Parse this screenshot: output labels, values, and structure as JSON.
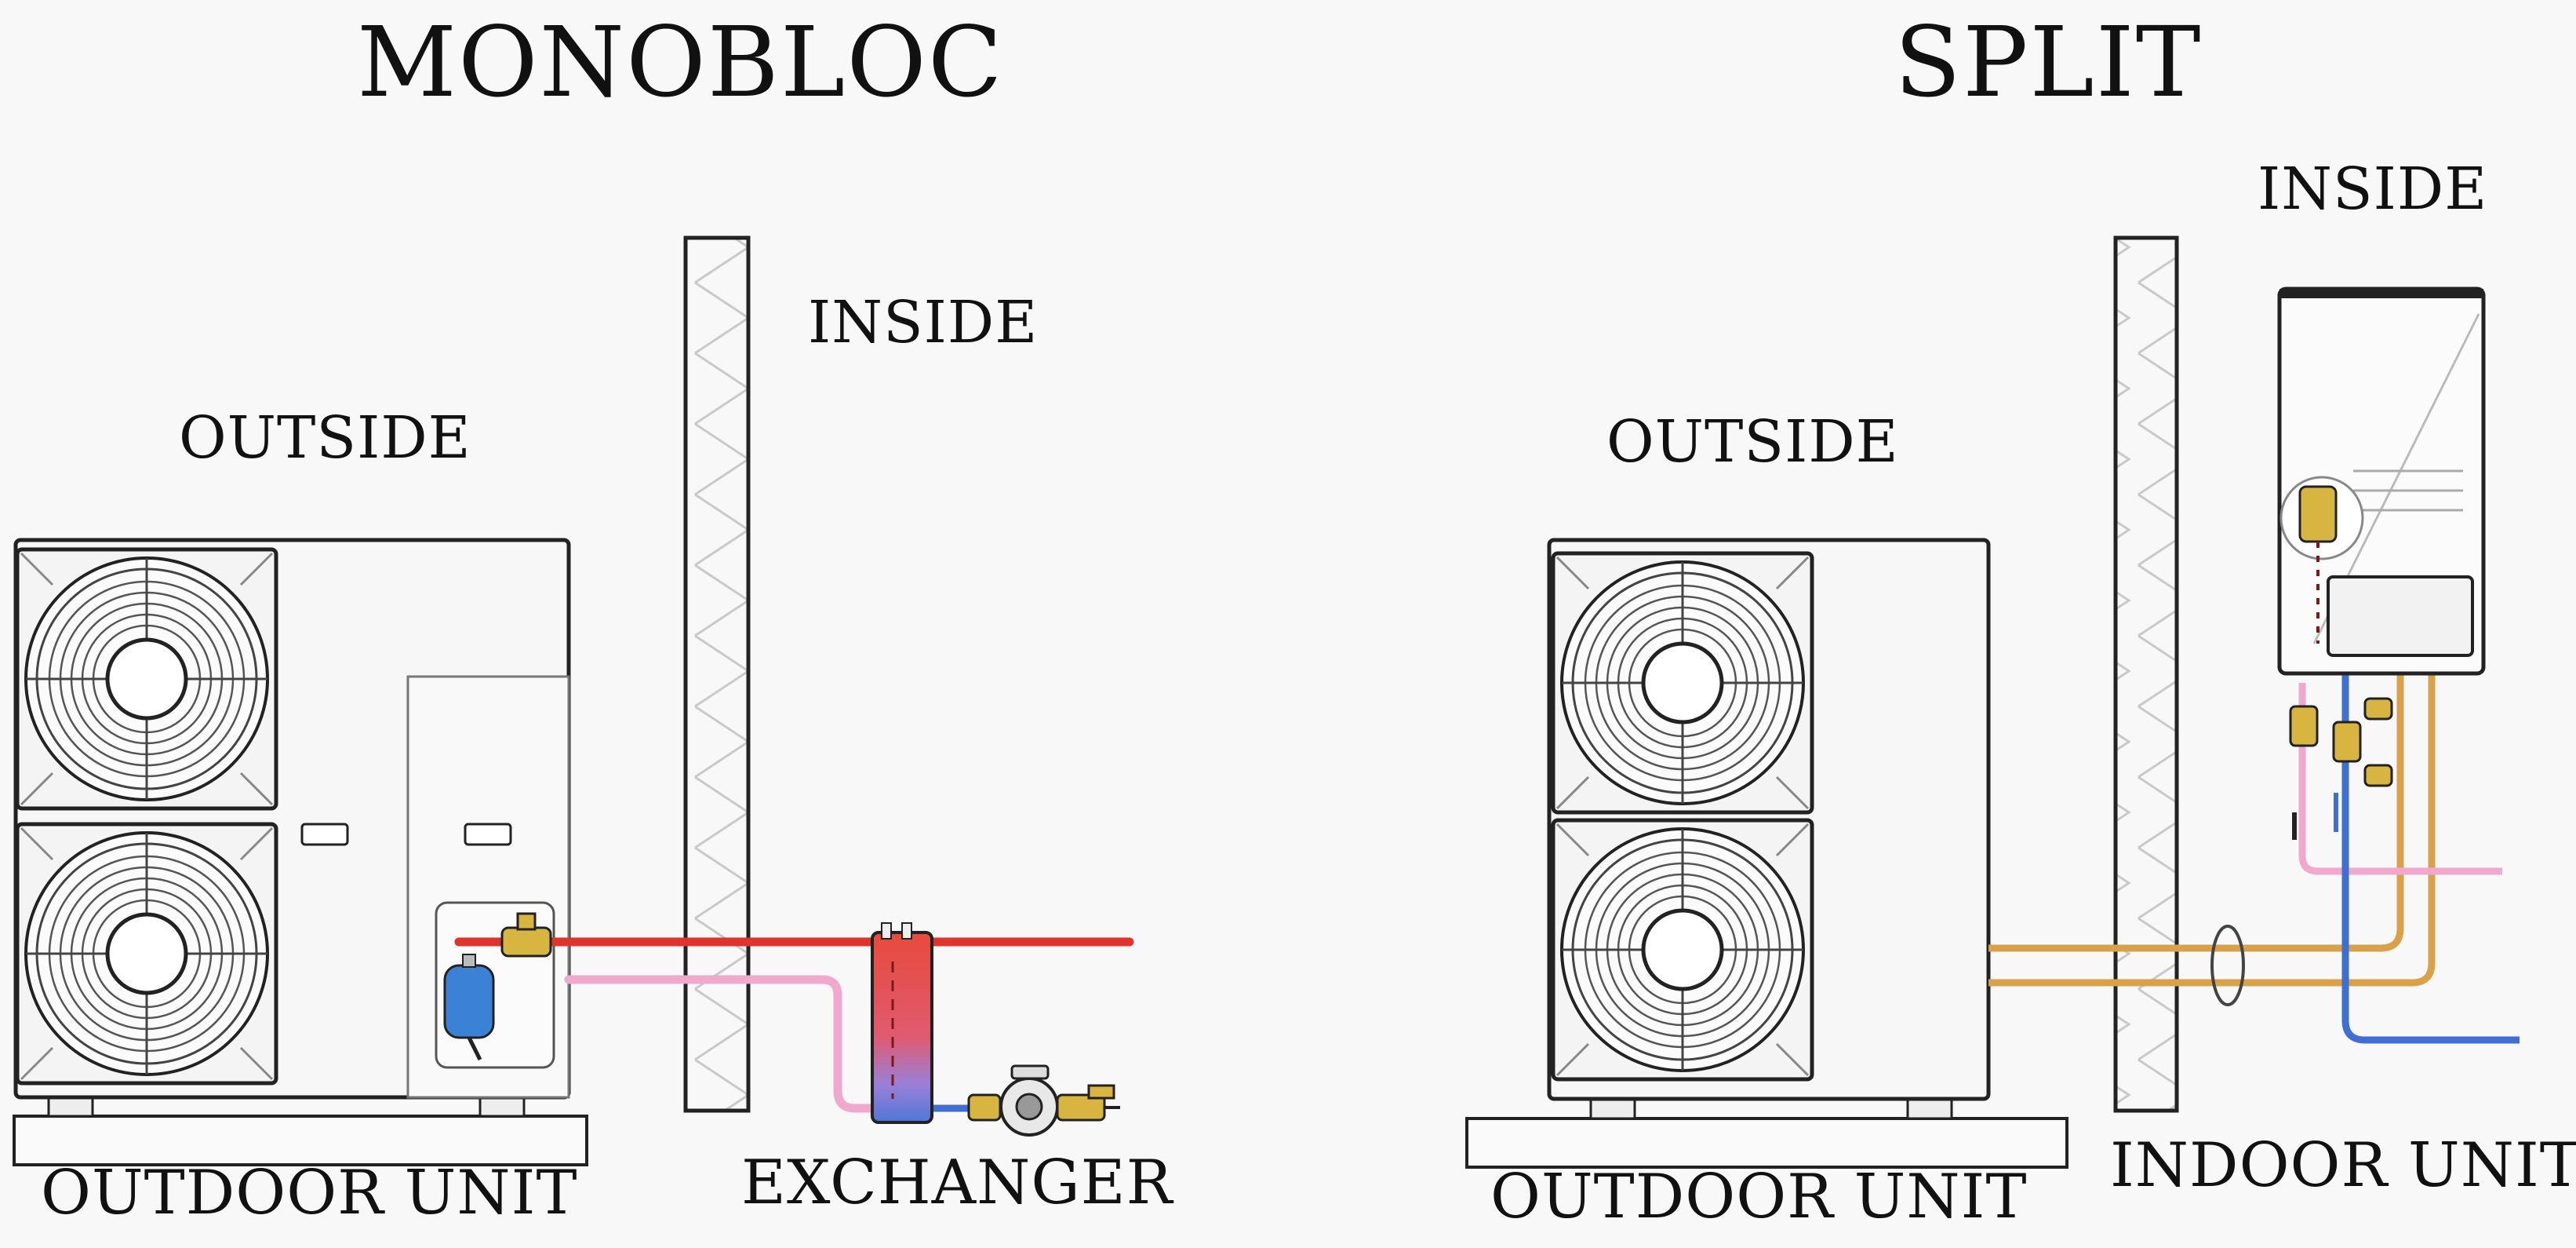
{
  "sections": [
    {
      "title": "MONOBLOC",
      "outside_label": "OUTSIDE",
      "inside_label": "INSIDE",
      "outdoor_unit_label": "OUTDOOR UNIT",
      "exchanger_label": "EXCHANGER"
    },
    {
      "title": "SPLIT",
      "outside_label": "OUTSIDE",
      "inside_label": "INSIDE",
      "outdoor_unit_label": "OUTDOOR UNIT",
      "indoor_unit_label": "INDOOR UNIT"
    }
  ],
  "colors": {
    "hot_pipe": "#e0332d",
    "return_pipe": "#f0a8cc",
    "cold_pipe": "#3f6fd0",
    "refrigerant_pipe": "#d9a24a",
    "brass": "#d8b440",
    "expansion_vessel": "#3b82d6",
    "line": "#222222"
  }
}
